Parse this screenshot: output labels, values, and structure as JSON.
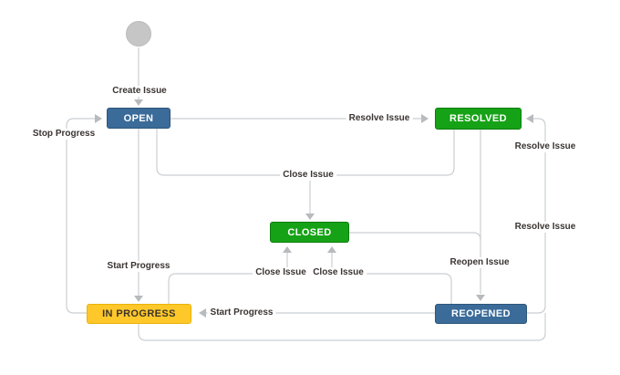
{
  "diagram": {
    "type": "workflow-state-diagram",
    "background": "#ffffff",
    "line_color": "#cbcfd2",
    "arrow_color": "#b7bbbe",
    "label_text_color": "#3a3431",
    "nodes": {
      "start": {
        "shape": "circle",
        "color": "#c6c6c6"
      },
      "open": {
        "label": "OPEN",
        "color": "#3a6b99",
        "text_color": "#ffffff"
      },
      "resolved": {
        "label": "RESOLVED",
        "color": "#16a216",
        "text_color": "#ffffff"
      },
      "closed": {
        "label": "CLOSED",
        "color": "#16a216",
        "text_color": "#ffffff"
      },
      "in_progress": {
        "label": "IN PROGRESS",
        "color": "#ffc82a",
        "text_color": "#3a332a"
      },
      "reopened": {
        "label": "REOPENED",
        "color": "#3a6b99",
        "text_color": "#ffffff"
      }
    },
    "edges": {
      "create_issue": {
        "label": "Create Issue",
        "from": "start",
        "to": "open"
      },
      "stop_progress": {
        "label": "Stop Progress",
        "from": "in_progress",
        "to": "open"
      },
      "resolve_issue_top": {
        "label": "Resolve Issue",
        "from": "open",
        "to": "resolved"
      },
      "close_issue_top": {
        "label": "Close Issue",
        "from": "open, resolved",
        "to": "closed"
      },
      "reopen_issue": {
        "label": "Reopen Issue",
        "from": "resolved, closed",
        "to": "reopened"
      },
      "start_progress_vertical": {
        "label": "Start Progress",
        "from": "open",
        "to": "in_progress"
      },
      "close_issue_bottom_left": {
        "label": "Close Issue",
        "from": "in_progress",
        "to": "closed"
      },
      "close_issue_bottom_right": {
        "label": "Close Issue",
        "from": "reopened",
        "to": "closed"
      },
      "start_progress_horizontal": {
        "label": "Start Progress",
        "from": "reopened",
        "to": "in_progress"
      },
      "resolve_issue_right_upper": {
        "label": "Resolve Issue",
        "from": "in_progress",
        "to": "resolved"
      },
      "resolve_issue_right_lower": {
        "label": "Resolve Issue",
        "from": "reopened",
        "to": "resolved"
      }
    }
  }
}
